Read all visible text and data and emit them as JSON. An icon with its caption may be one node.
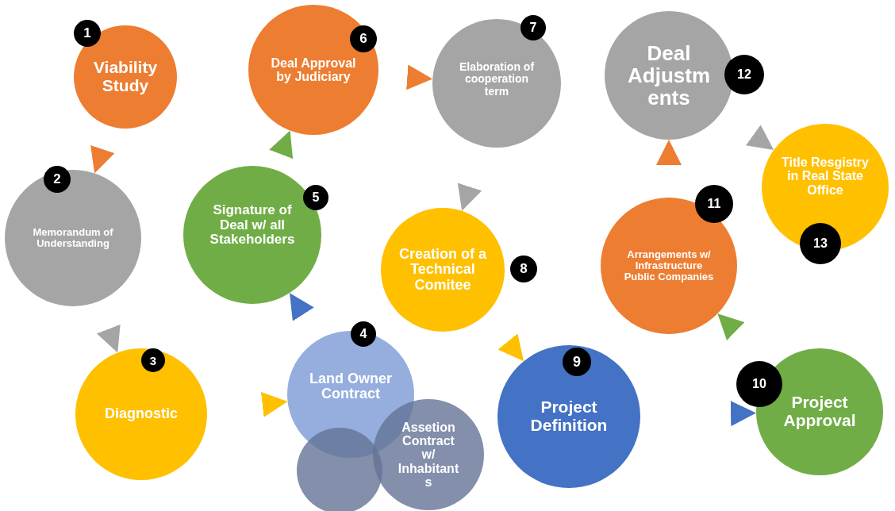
{
  "diagram": {
    "nodes": [
      {
        "text": [
          "1",
          "Viability Study"
        ]
      },
      {
        "text": [
          "2",
          "Memorandum of Understanding"
        ]
      },
      {
        "text": [
          "3",
          "Diagnostic"
        ]
      },
      {
        "text": [
          "4",
          "Land Owner Contract"
        ]
      },
      {
        "text": [],
        "shape": "circle"
      },
      {
        "text": [
          "Assetion Contract w/ Inhabitants"
        ]
      },
      {
        "text": [
          "5",
          "Signature of Deal w/ all Stakeholders"
        ]
      },
      {
        "text": [
          "6",
          "Deal Approval by Judiciary"
        ]
      },
      {
        "text": [
          "7",
          "Elaboration of cooperation term"
        ]
      },
      {
        "text": [
          "Creation of a Technical Comitee",
          "8"
        ]
      },
      {
        "text": [
          "9",
          "Project Definition"
        ]
      },
      {
        "text": [
          "10",
          "Project Approval"
        ]
      },
      {
        "text": [
          "11",
          "Arrangements w/ Infrastructure Public Companies"
        ]
      },
      {
        "text": [
          "Deal Adjustments",
          "12"
        ]
      },
      {
        "text": [
          "Title Resgistry in Real State Office",
          "13"
        ]
      }
    ],
    "edges": [
      {
        "from": 0,
        "to": 1,
        "arrow": "to",
        "color": "#ed7d31"
      },
      {
        "from": 1,
        "to": 2,
        "arrow": "to",
        "color": "#a5a5a5"
      },
      {
        "from": 2,
        "to": 3,
        "arrow": "to",
        "color": "#ffc000"
      },
      {
        "from": 3,
        "to": 6,
        "arrow": "to",
        "color": "#4472c4"
      },
      {
        "from": 6,
        "to": 7,
        "arrow": "to",
        "color": "#70ad47"
      },
      {
        "from": 7,
        "to": 8,
        "arrow": "to",
        "color": "#ed7d31"
      },
      {
        "from": 8,
        "to": 9,
        "arrow": "to",
        "color": "#a5a5a5"
      },
      {
        "from": 9,
        "to": 10,
        "arrow": "to",
        "color": "#ffc000"
      },
      {
        "from": 10,
        "to": 11,
        "arrow": "to",
        "color": "#4472c4"
      },
      {
        "from": 11,
        "to": 12,
        "arrow": "to",
        "color": "#70ad47"
      },
      {
        "from": 12,
        "to": 13,
        "arrow": "to",
        "color": "#ed7d31"
      },
      {
        "from": 13,
        "to": 14,
        "arrow": "to",
        "color": "#a5a5a5"
      }
    ]
  }
}
